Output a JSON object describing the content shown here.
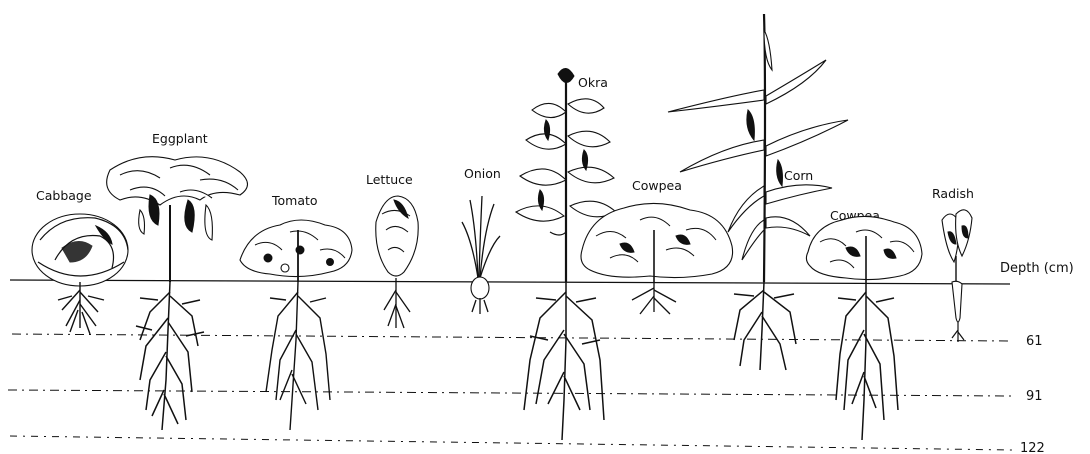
{
  "plants": [
    {
      "name": "Cabbage",
      "label": "Cabbage"
    },
    {
      "name": "Eggplant",
      "label": "Eggplant"
    },
    {
      "name": "Tomato",
      "label": "Tomato"
    },
    {
      "name": "Lettuce",
      "label": "Lettuce"
    },
    {
      "name": "Onion",
      "label": "Onion"
    },
    {
      "name": "Okra",
      "label": "Okra"
    },
    {
      "name": "Cowpea",
      "label": "Cowpea"
    },
    {
      "name": "Corn",
      "label": "Corn"
    },
    {
      "name": "Cowpea",
      "label": "Cowpea"
    },
    {
      "name": "Radish",
      "label": "Radish"
    }
  ],
  "depth_axis": {
    "title": "Depth (cm)",
    "ticks": [
      "61",
      "91",
      "122"
    ]
  }
}
